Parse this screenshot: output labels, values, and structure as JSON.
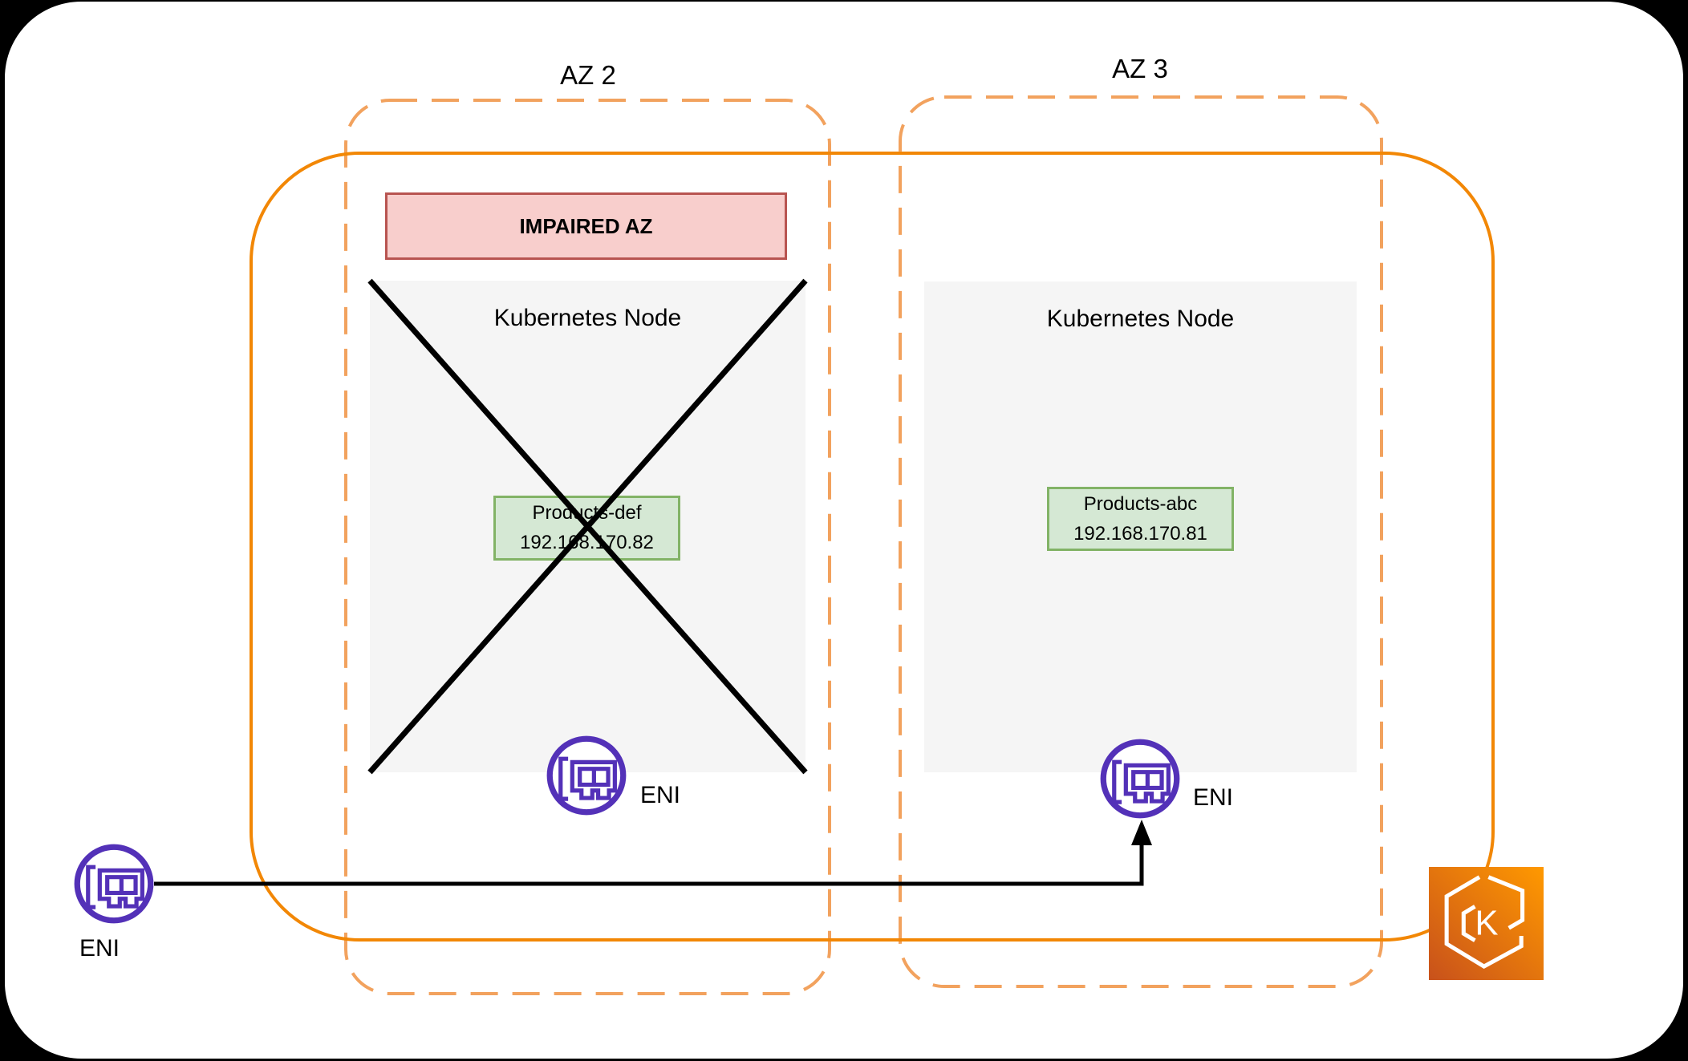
{
  "colors": {
    "orange-dash": "#F2A25E",
    "orange-solid": "#F28705",
    "pink-fill": "#F8CECC",
    "pink-stroke": "#B85450",
    "green-fill": "#D5E8D4",
    "green-stroke": "#82B366",
    "node-gray": "#F5F5F5",
    "purple": "#5331B8",
    "eks-grad-start": "#C8511B",
    "eks-grad-end": "#FF9900"
  },
  "zones": {
    "az2": {
      "label": "AZ 2"
    },
    "az3": {
      "label": "AZ 3"
    }
  },
  "banner": {
    "text": "IMPAIRED AZ"
  },
  "nodes": {
    "az2": {
      "title": "Kubernetes Node",
      "status": "impaired-crossed-out",
      "pod": {
        "name": "Products-def",
        "ip": "192.168.170.82"
      },
      "eni_label": "ENI"
    },
    "az3": {
      "title": "Kubernetes Node",
      "status": "healthy",
      "pod": {
        "name": "Products-abc",
        "ip": "192.168.170.81"
      },
      "eni_label": "ENI"
    }
  },
  "external_eni": {
    "label": "ENI"
  },
  "eks": {
    "letter": "K"
  },
  "icons": {
    "eni": "network-interface-icon",
    "eks": "eks-kubernetes-icon"
  }
}
